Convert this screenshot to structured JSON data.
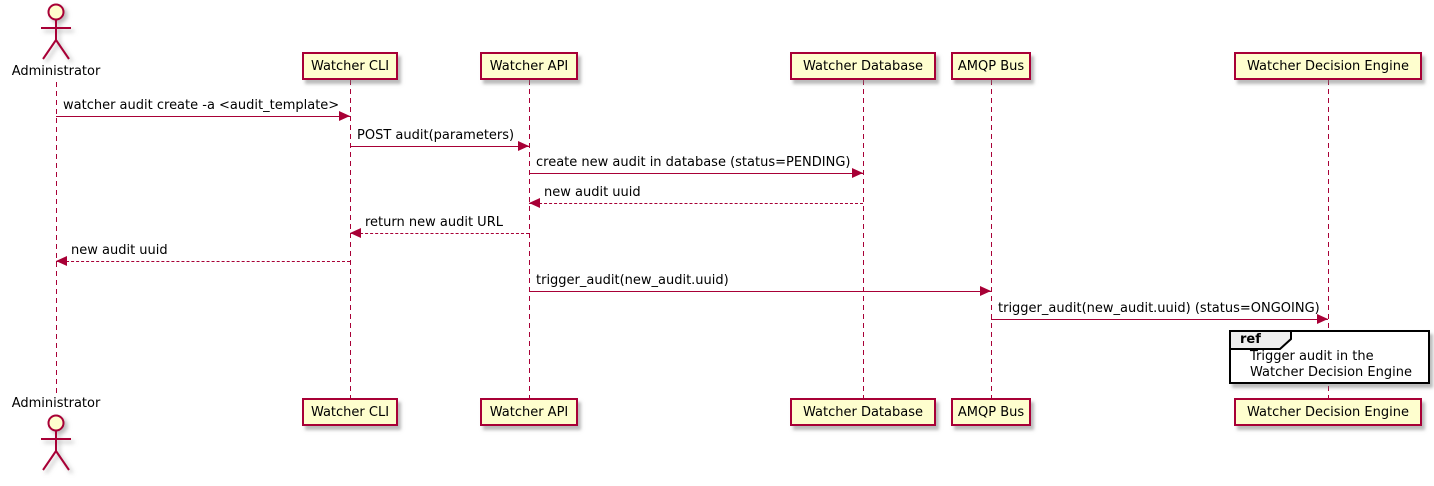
{
  "diagram_type": "uml-sequence",
  "participants": [
    {
      "name": "Administrator",
      "kind": "actor"
    },
    {
      "name": "Watcher CLI",
      "kind": "participant"
    },
    {
      "name": "Watcher API",
      "kind": "participant"
    },
    {
      "name": "Watcher Database",
      "kind": "participant"
    },
    {
      "name": "AMQP Bus",
      "kind": "participant"
    },
    {
      "name": "Watcher Decision Engine",
      "kind": "participant"
    }
  ],
  "messages": [
    {
      "from": "Administrator",
      "to": "Watcher CLI",
      "label": "watcher audit create -a <audit_template>",
      "line": "solid",
      "direction": "right"
    },
    {
      "from": "Watcher CLI",
      "to": "Watcher API",
      "label": "POST audit(parameters)",
      "line": "solid",
      "direction": "right"
    },
    {
      "from": "Watcher API",
      "to": "Watcher Database",
      "label": "create new audit in database (status=PENDING)",
      "line": "solid",
      "direction": "right"
    },
    {
      "from": "Watcher Database",
      "to": "Watcher API",
      "label": "new audit uuid",
      "line": "dashed",
      "direction": "left"
    },
    {
      "from": "Watcher API",
      "to": "Watcher CLI",
      "label": "return new audit URL",
      "line": "dashed",
      "direction": "left"
    },
    {
      "from": "Watcher CLI",
      "to": "Administrator",
      "label": "new audit uuid",
      "line": "dashed",
      "direction": "left"
    },
    {
      "from": "Watcher API",
      "to": "AMQP Bus",
      "label": "trigger_audit(new_audit.uuid)",
      "line": "solid",
      "direction": "right"
    },
    {
      "from": "AMQP Bus",
      "to": "Watcher Decision Engine",
      "label": "trigger_audit(new_audit.uuid) (status=ONGOING)",
      "line": "solid",
      "direction": "right"
    }
  ],
  "ref_fragment": {
    "keyword": "ref",
    "over": "Watcher Decision Engine",
    "lines": [
      "Trigger audit in the",
      "Watcher Decision Engine"
    ]
  },
  "colors": {
    "stroke": "#A80036",
    "participant_fill": "#FEFECE",
    "text": "#000000",
    "ref_tab_fill": "#EEEEEE",
    "ref_border": "#000000",
    "background": "#FFFFFF"
  }
}
